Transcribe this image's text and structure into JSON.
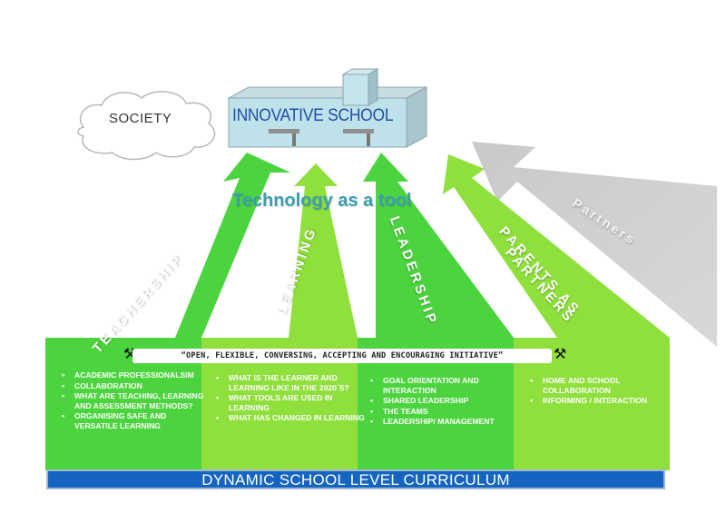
{
  "diagram": {
    "society": "SOCIETY",
    "school": "INNOVATIVE SCHOOL",
    "technology": "Technology as a tool",
    "partners": "Partners",
    "motto": "“OPEN, FLEXIBLE, CONVERSING, ACCEPTING AND ENCOURAGING INITIATIVE”",
    "curriculum": "DYNAMIC SCHOOL LEVEL CURRICULUM",
    "pillars": [
      {
        "title": "TEACHERSHIP",
        "color": "#4cd43f",
        "items": [
          "ACADEMIC PROFESSIONALSIM",
          "COLLABORATION",
          "WHAT ARE TEACHING, LEARNING AND ASSESSMENT METHODS?",
          "ORGANISING SAFE  AND VERSATILE LEARNING"
        ]
      },
      {
        "title": "LEARNING",
        "color": "#8fe03c",
        "items": [
          "WHAT IS THE LEARNER AND LEARNING LIKE IN THE 2020´S?",
          "WHAT TOOLS ARE USED IN LEARNING",
          "WHAT HAS CHANGED IN LEARNING"
        ]
      },
      {
        "title": "LEADERSHIP",
        "color": "#4cd43f",
        "items": [
          "GOAL ORIENTATION AND INTERACTION",
          "SHARED LEADERSHIP",
          "THE TEAMS",
          "LEADERSHIP/ MANAGEMENT"
        ]
      },
      {
        "title_line1": "PARENTS AS",
        "title_line2": "PARTNERS",
        "color": "#8fe03c",
        "items": [
          "HOME AND SCHOOL COLLABORATION",
          "INFORMING / INTERACTION"
        ]
      }
    ],
    "colors": {
      "dark_green": "#4cd43f",
      "light_green": "#8fe03c",
      "partners_gray": "#cfcfcf",
      "curriculum_blue": "#1565c0",
      "school_blue": "#1f4fa8",
      "tech_teal": "#3b9fae"
    }
  }
}
